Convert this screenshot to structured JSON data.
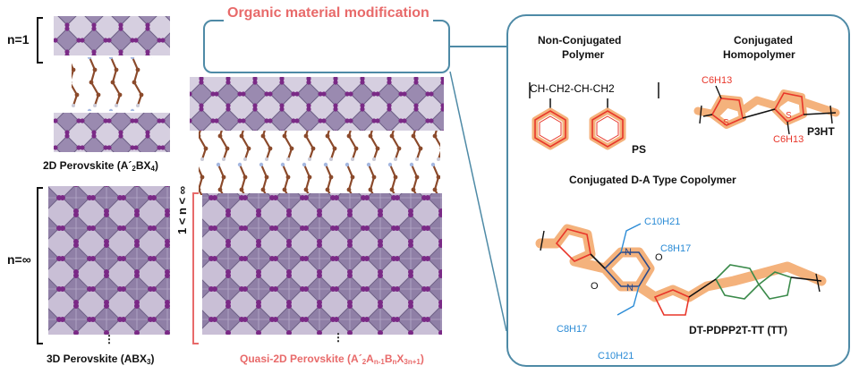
{
  "left": {
    "n1_label": "n=1",
    "ninf_label": "n=∞",
    "perovskite_2d": "2D Perovskite (A´2BX4)",
    "perovskite_3d": "3D Perovskite (ABX3)",
    "dots": "⋮"
  },
  "middle": {
    "organic_title": "Organic material modification",
    "n_range": "1 < n < ∞",
    "quasi_2d": "Quasi-2D Perovskite (A´2An-1BnX3n+1)",
    "dots": "⋮"
  },
  "right": {
    "non_conj_title_1": "Non-Conjugated",
    "non_conj_title_2": "Polymer",
    "conj_title_1": "Conjugated",
    "conj_title_2": "Homopolymer",
    "ps_chain": "CH-CH2-CH-CH2",
    "ps_label": "PS",
    "p3ht_label": "P3HT",
    "p3ht_sub_top": "C6H13",
    "p3ht_sub_bottom": "C6H13",
    "da_title": "Conjugated D-A Type Copolymer",
    "da_label": "DT-PDPP2T-TT (TT)",
    "c10h21_top": "C10H21",
    "c8h17_top": "C8H17",
    "c8h17_bottom": "C8H17",
    "c10h21_bottom": "C10H21",
    "atom_n": "N",
    "atom_o": "O",
    "atom_s": "S"
  },
  "colors": {
    "panel_border": "#4e8aa6",
    "octahedron": "#8f7fa6",
    "halide": "#7a2a86",
    "organic_chain": "#8b4a2b",
    "highlight": "#f4b27c",
    "red_ring": "#e8362a",
    "green_ring": "#3a8a4a",
    "alkyl_blue": "#2a8bd6",
    "pink_text": "#e86a6a",
    "sheet_blue": "#5b9bbf"
  }
}
